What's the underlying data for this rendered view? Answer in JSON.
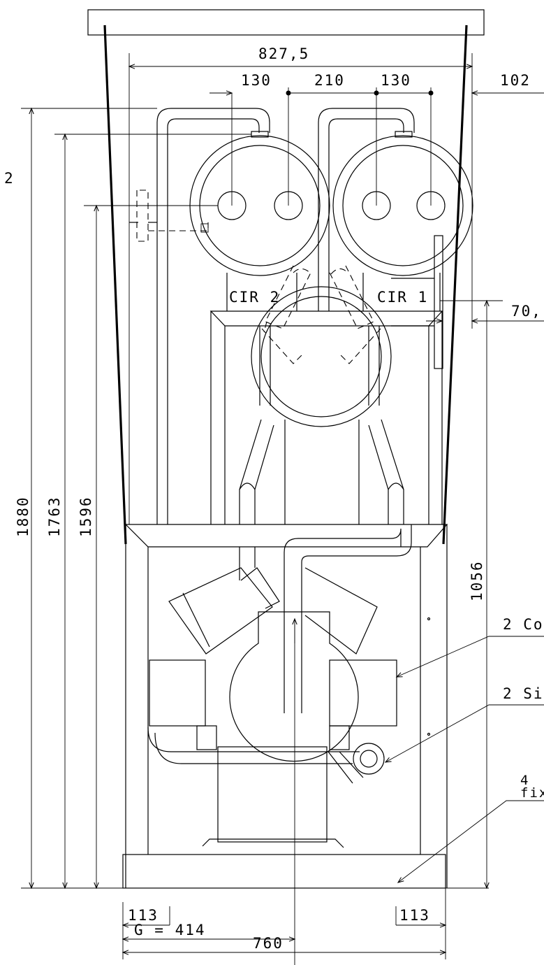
{
  "dimensions": {
    "top_width": "827,5",
    "upper_left_spacing": "130",
    "center_spacing": "210",
    "upper_right_spacing": "130",
    "right_offset_top": "102",
    "left_edge_number": "2",
    "right_offset_mid": "70,",
    "height_total": "1880",
    "height_second": "1763",
    "height_third": "1596",
    "height_right": "1056",
    "bottom_left_offset": "113",
    "bottom_right_offset": "113",
    "center_of_gravity": "G = 414",
    "base_width": "760"
  },
  "labels": {
    "circuit_2": "CIR 2",
    "circuit_1": "CIR 1",
    "callout_compressors": "2 Co",
    "callout_silencers": "2 Si",
    "callout_fixings_line1": "4",
    "callout_fixings_line2": "fix"
  }
}
